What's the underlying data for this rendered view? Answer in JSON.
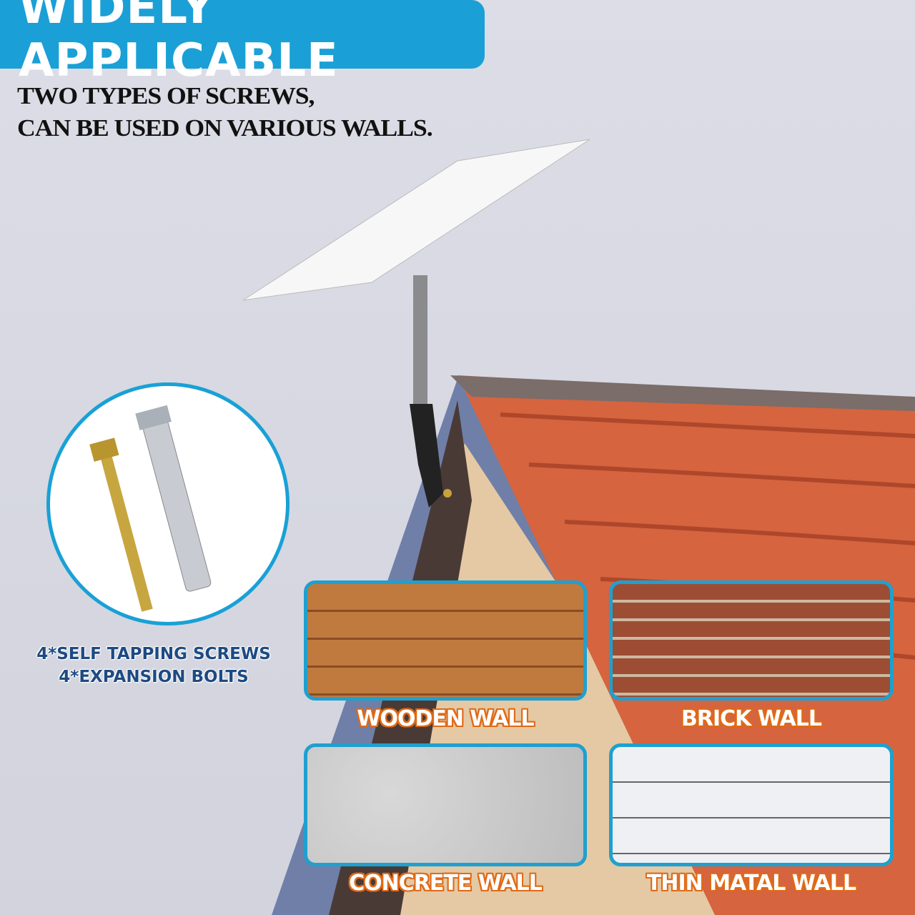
{
  "header": {
    "title": "WIDELY APPLICABLE",
    "subtitle_line1": "TWO TYPES OF SCREWS,",
    "subtitle_line2": "CAN BE USED ON VARIOUS WALLS."
  },
  "screws": {
    "line1": "4*SELF TAPPING SCREWS",
    "line2": "4*EXPANSION BOLTS"
  },
  "walls": [
    {
      "label": "WOODEN WALL"
    },
    {
      "label": "BRICK WALL"
    },
    {
      "label": "CONCRETE WALL"
    },
    {
      "label": "THIN MATAL WALL"
    }
  ],
  "colors": {
    "accent": "#1aa0d6",
    "label_outline": "#e06a16",
    "caption": "#1d4a82"
  }
}
